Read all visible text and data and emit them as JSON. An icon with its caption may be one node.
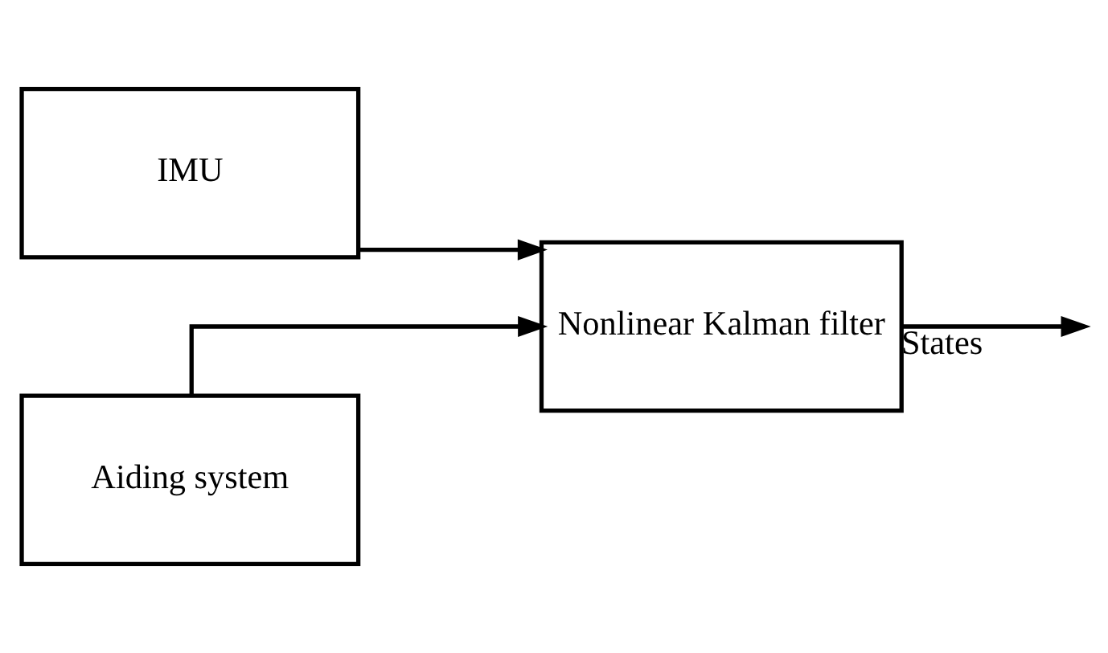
{
  "diagram": {
    "nodes": [
      {
        "text": [
          "IMU"
        ]
      },
      {
        "text": [
          "Aiding system"
        ]
      },
      {
        "text": [
          "Nonlinear Kalman filter"
        ]
      }
    ],
    "edges": [
      {
        "from": 0,
        "to": 2,
        "arrow": "to"
      },
      {
        "from": 1,
        "to": 2,
        "arrow": "to"
      },
      {
        "from": 2,
        "to": null,
        "arrow": "to",
        "label": "States"
      }
    ]
  }
}
